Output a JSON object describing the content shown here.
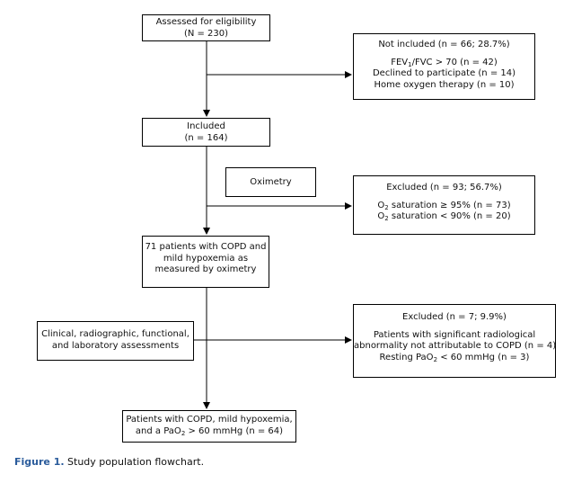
{
  "nodes": {
    "assessed": {
      "line1": "Assessed for eligibility",
      "line2": "(N = 230)"
    },
    "not_included": {
      "title": "Not included (n = 66; 28.7%)",
      "fev_pre": "FEV",
      "fev_sub": "1",
      "fev_post": "/FVC > 70 (n = 42)",
      "declined": "Declined to participate (n = 14)",
      "oxygen": "Home oxygen therapy (n = 10)"
    },
    "included": {
      "line1": "Included",
      "line2": "(n = 164)"
    },
    "oximetry": {
      "label": "Oximetry"
    },
    "excluded_1": {
      "title": "Excluded (n = 93; 56.7%)",
      "sat1_pre": "O",
      "sat1_sub": "2",
      "sat1_post": " saturation ≥ 95% (n = 73)",
      "sat2_pre": "O",
      "sat2_sub": "2",
      "sat2_post": " saturation < 90% (n = 20)"
    },
    "copd71": {
      "line1": "71 patients with COPD and",
      "line2": "mild hypoxemia as",
      "line3": "measured by oximetry"
    },
    "assessments": {
      "line1": "Clinical, radiographic, functional,",
      "line2": "and laboratory assessments"
    },
    "excluded_2": {
      "title": "Excluded (n = 7; 9.9%)",
      "line1": "Patients with significant radiological",
      "line2": "abnormality not attributable to COPD (n = 4)",
      "rest_pre": "Resting PaO",
      "rest_sub": "2",
      "rest_post": " < 60 mmHg (n = 3)"
    },
    "final": {
      "line1": "Patients with COPD, mild hypoxemia,",
      "line2_pre": "and a PaO",
      "line2_sub": "2",
      "line2_post": " > 60 mmHg (n = 64)"
    }
  },
  "caption": {
    "label": "Figure 1.",
    "text": " Study population flowchart."
  }
}
